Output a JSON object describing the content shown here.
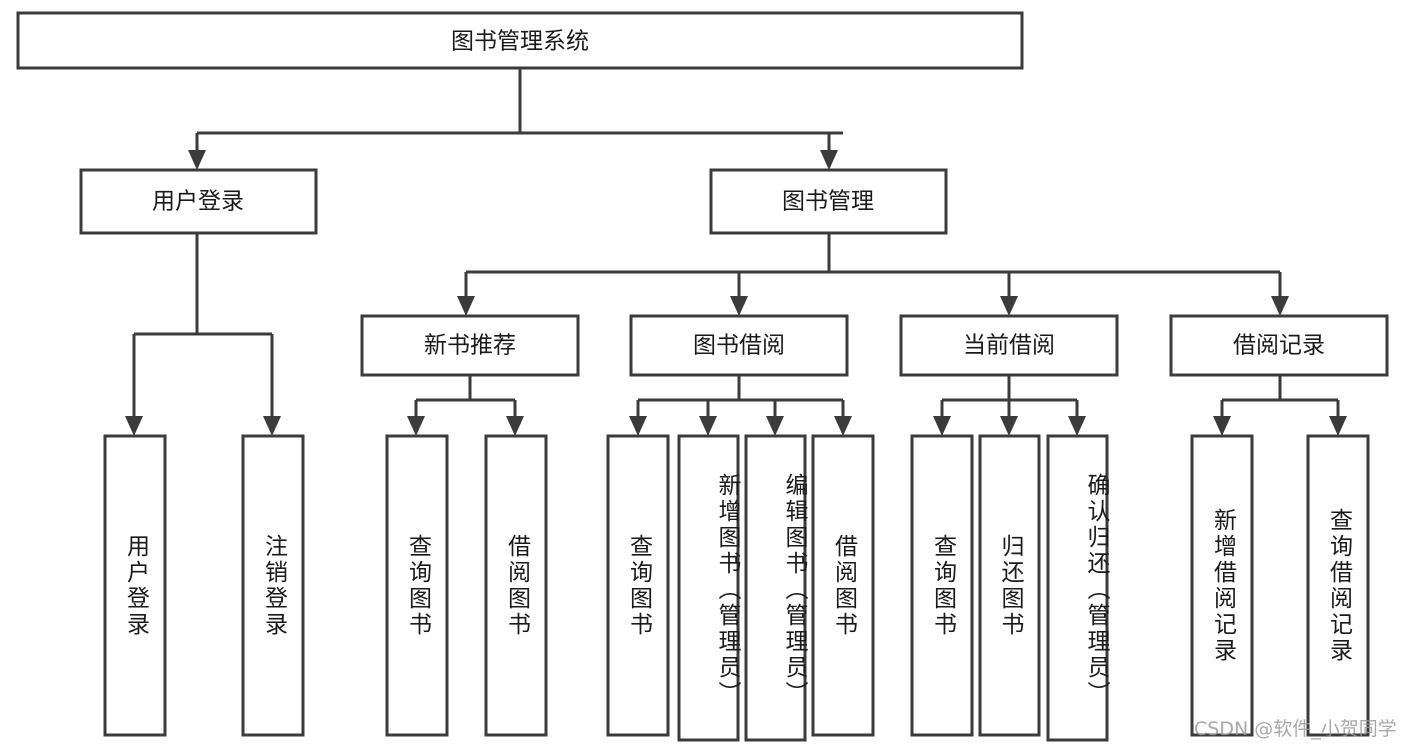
{
  "diagram": {
    "title": "图书管理系统",
    "type": "hierarchy-tree",
    "watermark": "CSDN @软件_小贺同学",
    "colors": {
      "stroke": "#3b3b3b",
      "fill": "#ffffff",
      "text": "#1a1a1a",
      "watermark": "#9a9a9a"
    },
    "levels": {
      "root": {
        "label": "图书管理系统"
      },
      "level2": [
        {
          "label": "用户登录"
        },
        {
          "label": "图书管理"
        }
      ],
      "level3": [
        {
          "label": "新书推荐"
        },
        {
          "label": "图书借阅"
        },
        {
          "label": "当前借阅"
        },
        {
          "label": "借阅记录"
        }
      ],
      "leaves": {
        "user_login": [
          {
            "label": "用户登录"
          },
          {
            "label": "注销登录"
          }
        ],
        "new_book_recommend": [
          {
            "label": "查询图书"
          },
          {
            "label": "借阅图书"
          }
        ],
        "book_borrow": [
          {
            "label": "查询图书"
          },
          {
            "label": "新增图书（管理员）"
          },
          {
            "label": "编辑图书（管理员）"
          },
          {
            "label": "借阅图书"
          }
        ],
        "current_borrow": [
          {
            "label": "查询图书"
          },
          {
            "label": "归还图书"
          },
          {
            "label": "确认归还（管理员）"
          }
        ],
        "borrow_record": [
          {
            "label": "新增借阅记录"
          },
          {
            "label": "查询借阅记录"
          }
        ]
      }
    }
  }
}
